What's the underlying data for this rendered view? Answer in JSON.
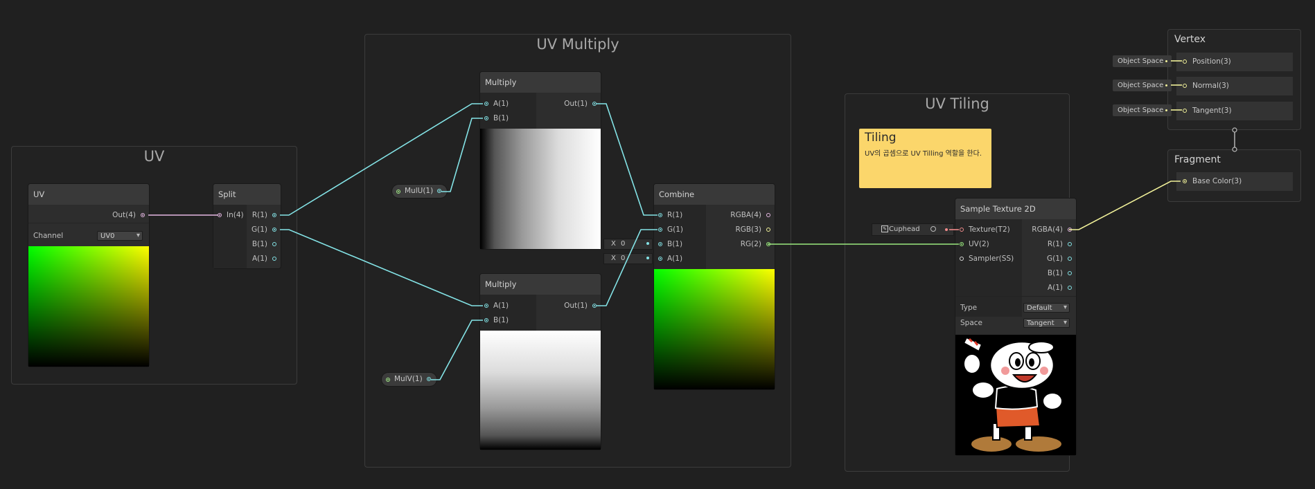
{
  "groups": {
    "uv": {
      "title": "UV"
    },
    "uv_multiply": {
      "title": "UV Multiply"
    },
    "uv_tiling": {
      "title": "UV Tiling"
    }
  },
  "nodes": {
    "uv": {
      "title": "UV",
      "out": "Out(4)",
      "channel_label": "Channel",
      "channel_value": "UV0"
    },
    "split": {
      "title": "Split",
      "in": "In(4)",
      "outs": [
        "R(1)",
        "G(1)",
        "B(1)",
        "A(1)"
      ]
    },
    "multiply_top": {
      "title": "Multiply",
      "a": "A(1)",
      "b": "B(1)",
      "out": "Out(1)"
    },
    "multiply_bottom": {
      "title": "Multiply",
      "a": "A(1)",
      "b": "B(1)",
      "out": "Out(1)"
    },
    "combine": {
      "title": "Combine",
      "ins": [
        "R(1)",
        "G(1)",
        "B(1)",
        "A(1)"
      ],
      "outs": [
        "RGBA(4)",
        "RGB(3)",
        "RG(2)"
      ],
      "b_default": {
        "axis": "X",
        "value": "0"
      },
      "a_default": {
        "axis": "X",
        "value": "0"
      }
    },
    "sample_texture": {
      "title": "Sample Texture 2D",
      "ins": [
        "Texture(T2)",
        "UV(2)",
        "Sampler(SS)"
      ],
      "outs": [
        "RGBA(4)",
        "R(1)",
        "G(1)",
        "B(1)",
        "A(1)"
      ],
      "type_label": "Type",
      "type_value": "Default",
      "space_label": "Space",
      "space_value": "Tangent",
      "texture_value": "Cuphead"
    }
  },
  "properties": {
    "mulu": "MulU(1)",
    "mulv": "MulV(1)"
  },
  "sticky_note": {
    "title": "Tiling",
    "body": "UV의 곱셈으로 UV Tilling 역할을 한다."
  },
  "master": {
    "vertex": {
      "title": "Vertex",
      "rows": [
        "Position(3)",
        "Normal(3)",
        "Tangent(3)"
      ],
      "space_tags": [
        "Object Space",
        "Object Space",
        "Object Space"
      ]
    },
    "fragment": {
      "title": "Fragment",
      "rows": [
        "Base Color(3)"
      ]
    }
  },
  "colors": {
    "background": "#202020",
    "wire_float": "#84e4e7",
    "wire_vector4": "#e6b8e3",
    "wire_vector2": "#9bea7e",
    "wire_vector3": "#f2f29a",
    "sticky": "#fbd66b"
  },
  "icons": {
    "texture_field": "texture-icon",
    "texture_picker": "object-picker-icon"
  }
}
